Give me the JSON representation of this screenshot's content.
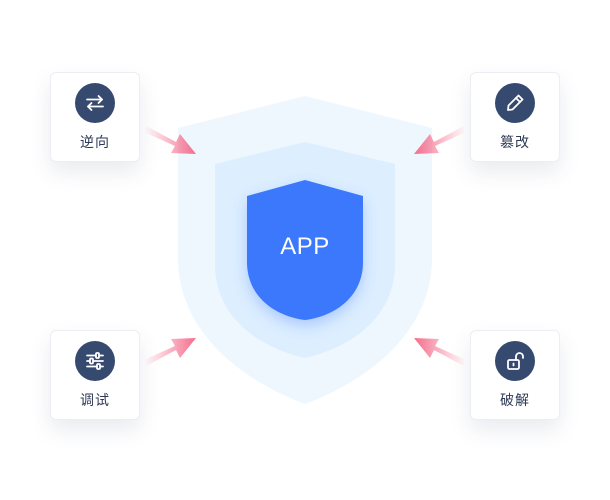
{
  "center": {
    "label": "APP"
  },
  "threats": [
    {
      "label": "逆向",
      "icon": "swap-arrows-icon"
    },
    {
      "label": "篡改",
      "icon": "pencil-icon"
    },
    {
      "label": "调试",
      "icon": "sliders-icon"
    },
    {
      "label": "破解",
      "icon": "unlock-icon"
    }
  ],
  "colors": {
    "outer_shield": "#eef6fe",
    "middle_shield": "#ddeeff",
    "inner_shield": "#3a78fb",
    "icon_circle": "#36496f",
    "arrow": "#f56d8c"
  }
}
